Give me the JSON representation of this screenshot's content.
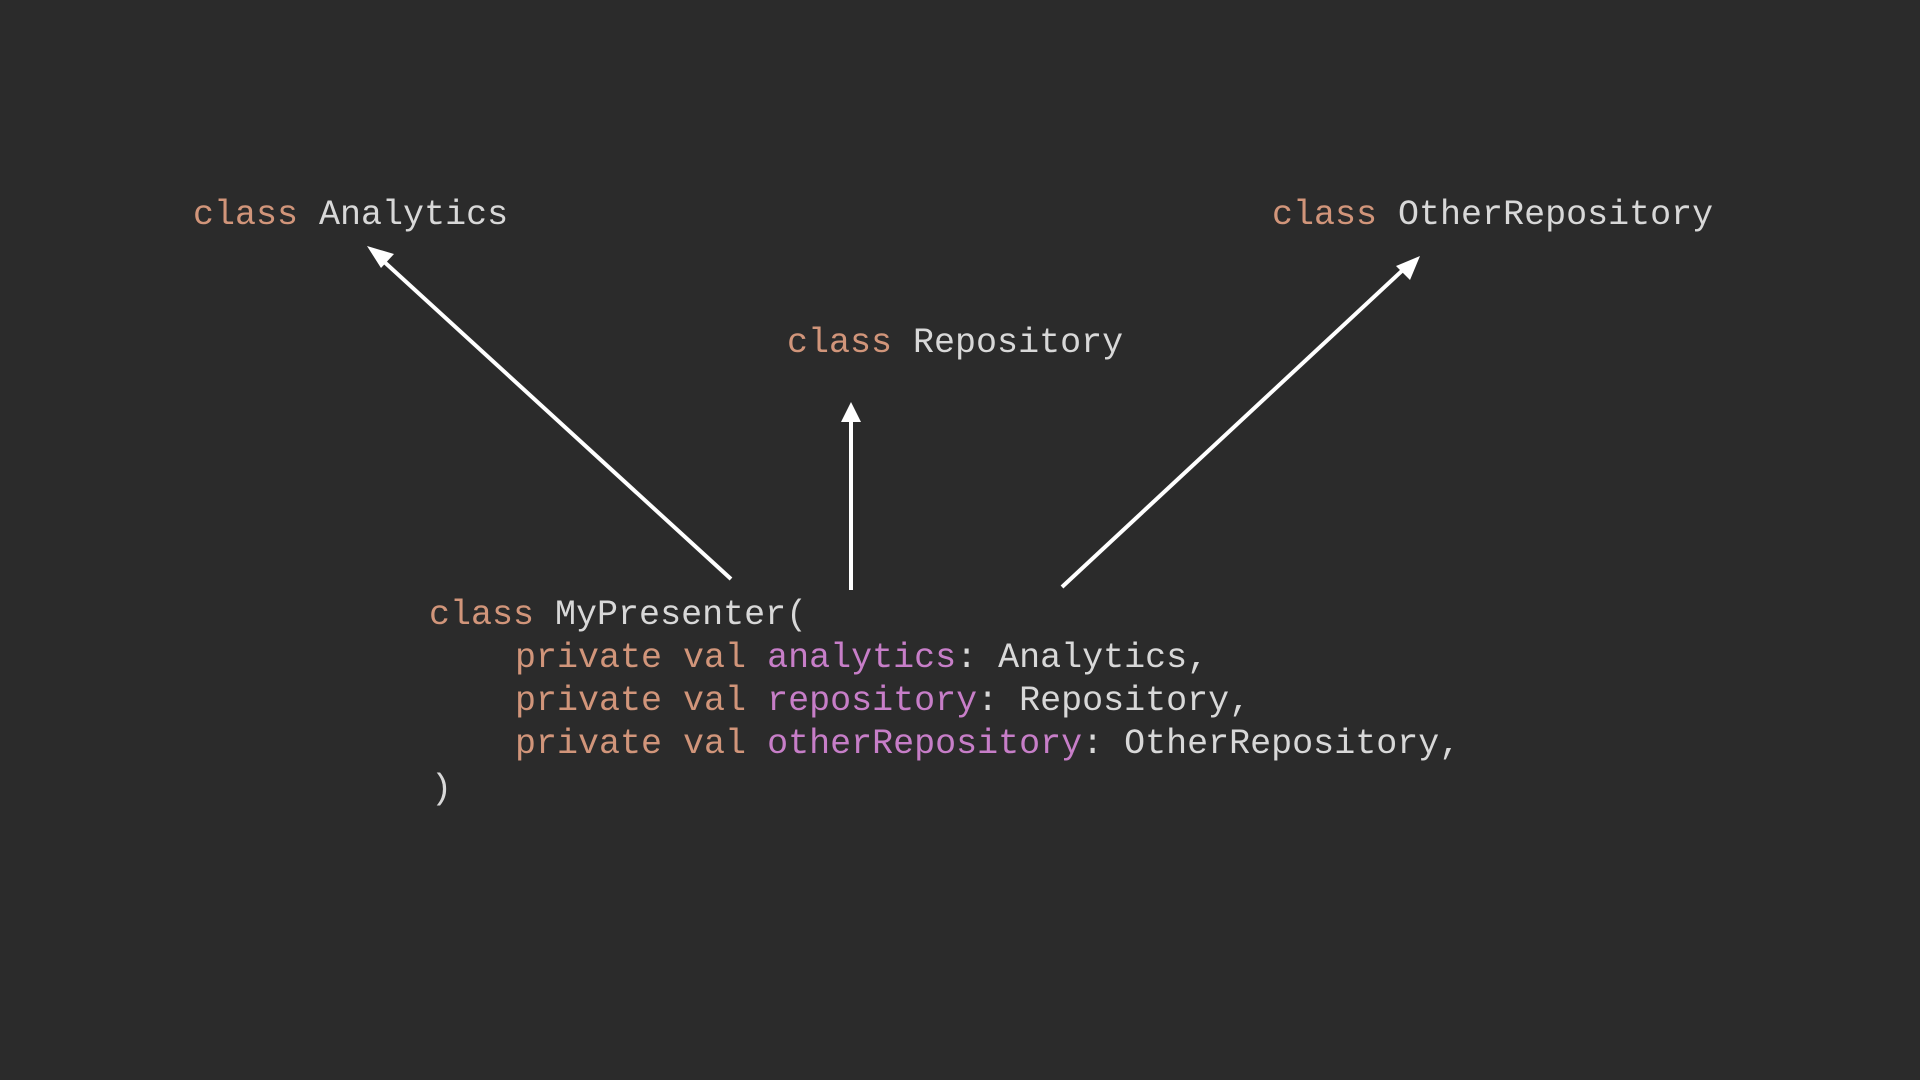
{
  "colors": {
    "background": "#2b2b2b",
    "keyword": "#d1957a",
    "identifier": "#d8d8d8",
    "property": "#c77ec8",
    "arrow": "#ffffff"
  },
  "top_classes": {
    "analytics": {
      "keyword": "class",
      "name": "Analytics"
    },
    "repository": {
      "keyword": "class",
      "name": "Repository"
    },
    "other_repository": {
      "keyword": "class",
      "name": "OtherRepository"
    }
  },
  "presenter": {
    "header": {
      "keyword": "class",
      "name": "MyPresenter",
      "open": "("
    },
    "params": [
      {
        "modifier": "private",
        "decl": "val",
        "name": "analytics",
        "sep": ": ",
        "type": "Analytics",
        "end": ","
      },
      {
        "modifier": "private",
        "decl": "val",
        "name": "repository",
        "sep": ": ",
        "type": "Repository",
        "end": ","
      },
      {
        "modifier": "private",
        "decl": "val",
        "name": "otherRepository",
        "sep": ": ",
        "type": "OtherRepository",
        "end": ","
      }
    ],
    "close": ")"
  }
}
